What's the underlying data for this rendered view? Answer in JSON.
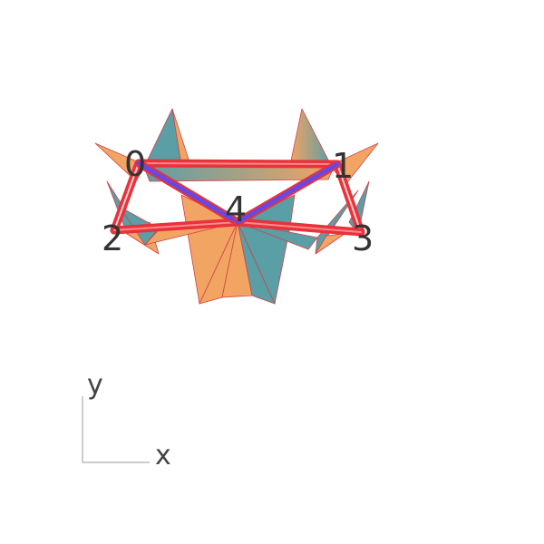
{
  "figure": {
    "node_labels": [
      "0",
      "1",
      "2",
      "3",
      "4"
    ],
    "axes": {
      "x_label": "x",
      "y_label": "y"
    },
    "colors": {
      "teal": "#5a9ea6",
      "orange": "#f2a463",
      "edge_red": "#e8323c",
      "edge_highlight": "#ff8a8a",
      "edge_blue": "#6a48e0",
      "axis_line": "#999999"
    },
    "blue_edges": [
      [
        "0",
        "4"
      ],
      [
        "4",
        "1"
      ]
    ],
    "red_edges": [
      [
        "0",
        "1"
      ],
      [
        "0",
        "2"
      ],
      [
        "1",
        "3"
      ],
      [
        "2",
        "4"
      ],
      [
        "4",
        "3"
      ]
    ]
  }
}
